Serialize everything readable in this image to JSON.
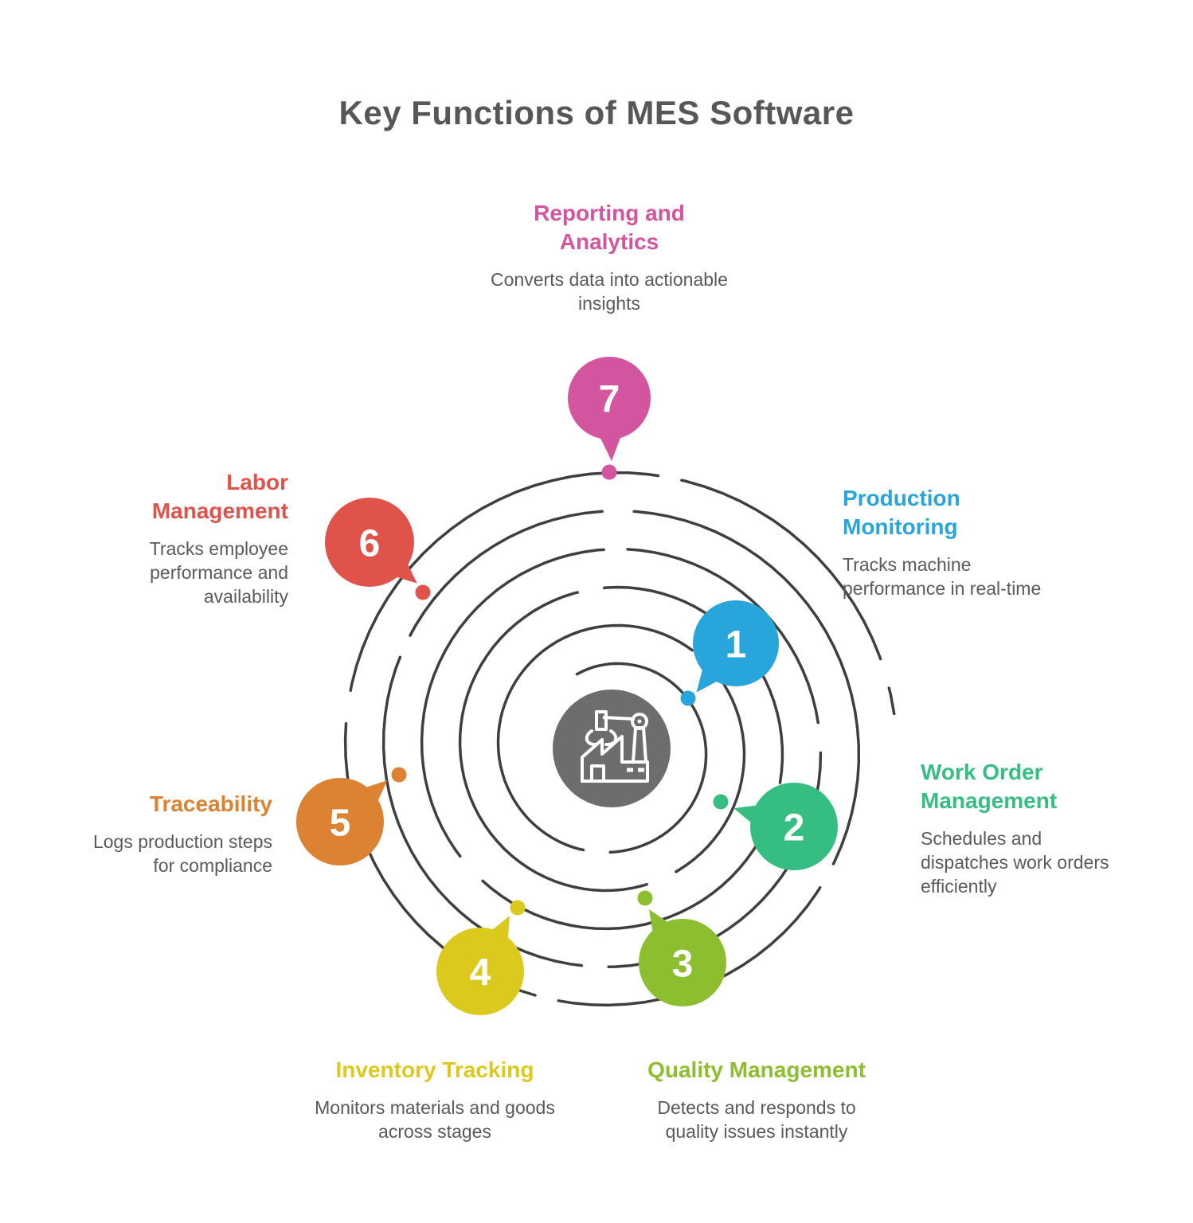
{
  "title": "Key Functions of MES Software",
  "center": {
    "icon": "factory-robot-arm-icon",
    "circle_color": "#6d6d6d"
  },
  "colors": {
    "spiral": "#3f3f3f",
    "title_text": "#565759",
    "body_text": "#5a5a5a"
  },
  "items": [
    {
      "number": "1",
      "title": "Production\nMonitoring",
      "description": "Tracks machine\nperformance in real-time",
      "color": "#28a5da"
    },
    {
      "number": "2",
      "title": "Work Order\nManagement",
      "description": "Schedules and\ndispatches work orders\nefficiently",
      "color": "#36bd81"
    },
    {
      "number": "3",
      "title": "Quality Management",
      "description": "Detects and responds to\nquality issues instantly",
      "color": "#8cbe2f"
    },
    {
      "number": "4",
      "title": "Inventory Tracking",
      "description": "Monitors materials and goods\nacross stages",
      "color": "#dcc91d"
    },
    {
      "number": "5",
      "title": "Traceability",
      "description": "Logs production steps\nfor compliance",
      "color": "#dd8132"
    },
    {
      "number": "6",
      "title": "Labor\nManagement",
      "description": "Tracks employee\nperformance and\navailability",
      "color": "#e0534b"
    },
    {
      "number": "7",
      "title": "Reporting and\nAnalytics",
      "description": "Converts data into actionable\ninsights",
      "color": "#d3559f"
    }
  ]
}
